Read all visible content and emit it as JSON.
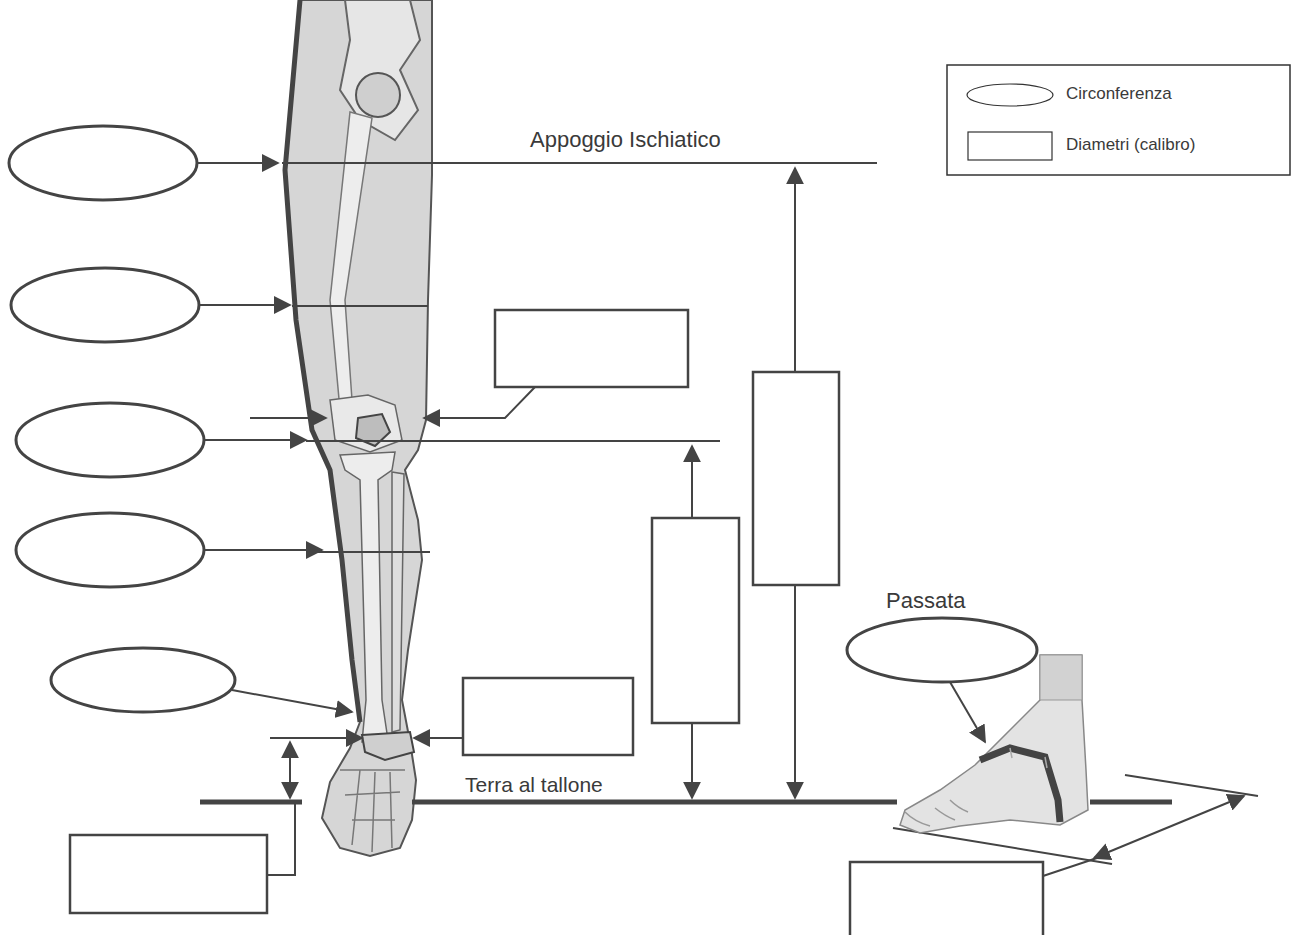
{
  "diagram": {
    "labels": [
      "Appoggio Ischiatico",
      "Terra al tallone",
      "Passata"
    ],
    "legend": [
      {
        "text": "Circonferenza"
      },
      {
        "text": "Diametri (calibro)"
      }
    ]
  }
}
